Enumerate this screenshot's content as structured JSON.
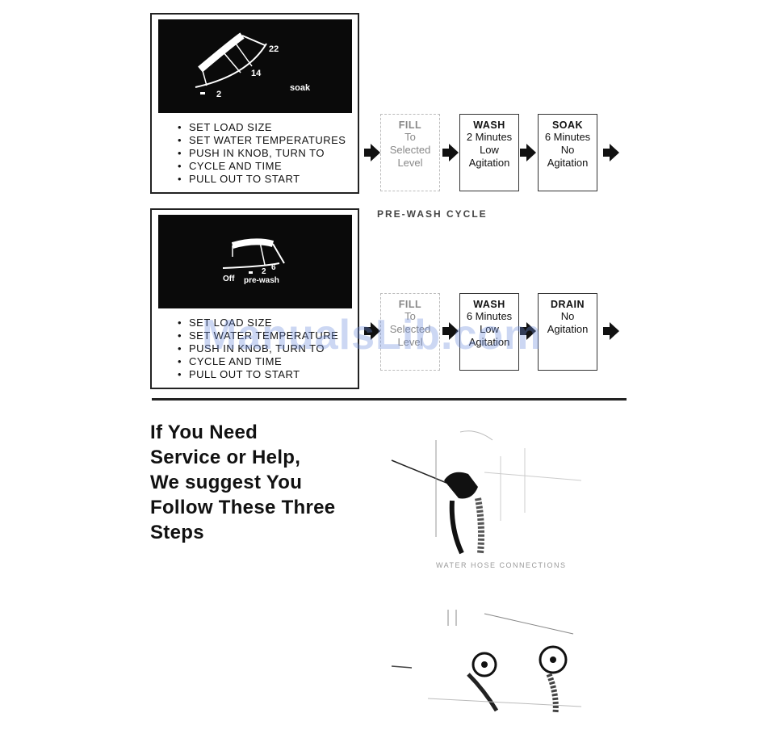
{
  "cycle1": {
    "dial": {
      "labels": [
        "22",
        "14",
        "2",
        "soak"
      ]
    },
    "steps": [
      "SET LOAD SIZE",
      "SET WATER TEMPERATURES",
      "PUSH IN KNOB, TURN TO",
      "CYCLE AND TIME",
      "PULL OUT TO START"
    ],
    "stages": [
      {
        "title": "FILL",
        "lines": [
          "To",
          "Selected",
          "Level"
        ]
      },
      {
        "title": "WASH",
        "lines": [
          "2 Minutes",
          "Low",
          "Agitation"
        ]
      },
      {
        "title": "SOAK",
        "lines": [
          "6 Minutes",
          "No",
          "Agitation"
        ]
      }
    ]
  },
  "cycle2": {
    "caption": "PRE-WASH CYCLE",
    "dial": {
      "labels": [
        "Off",
        "pre-wash",
        "2",
        "6"
      ]
    },
    "steps": [
      "SET LOAD SIZE",
      "SET WATER TEMPERATURE",
      "PUSH IN KNOB, TURN TO",
      "CYCLE AND TIME",
      "PULL OUT TO START"
    ],
    "stages": [
      {
        "title": "FILL",
        "lines": [
          "To",
          "Selected",
          "Level"
        ]
      },
      {
        "title": "WASH",
        "lines": [
          "6 Minutes",
          "Low",
          "Agitation"
        ]
      },
      {
        "title": "DRAIN",
        "lines": [
          "No",
          "Agitation"
        ]
      }
    ]
  },
  "service": {
    "heading_lines": [
      "If You Need",
      "Service or Help,",
      "We suggest You",
      "Follow These Three",
      "Steps"
    ],
    "illustration_caption": "WATER HOSE CONNECTIONS"
  },
  "watermark": "ManualsLib.com"
}
